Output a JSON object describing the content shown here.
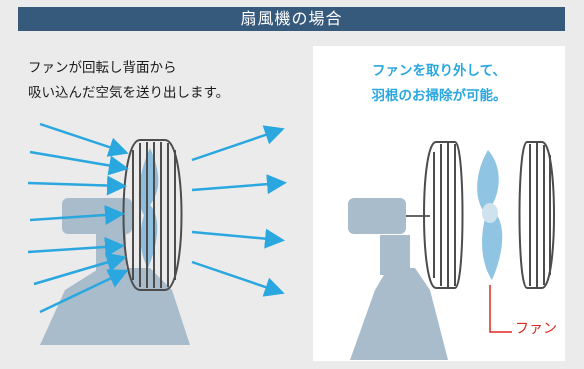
{
  "header": {
    "title": "扇風機の場合"
  },
  "left_panel": {
    "caption_lines": [
      "ファンが回転し背面から",
      "吸い込んだ空気を送り出します。"
    ]
  },
  "right_panel": {
    "caption_lines": [
      "ファンを取り外して、",
      "羽根のお掃除が可能。"
    ],
    "fan_label": "ファン"
  },
  "colors": {
    "header_bg": "#365a7c",
    "arrow": "#2aa7df",
    "caption_accent": "#2aa7df",
    "fan_label": "#e0281e",
    "fan_body": "#a8bccb",
    "blade": "#8fc4e3"
  }
}
